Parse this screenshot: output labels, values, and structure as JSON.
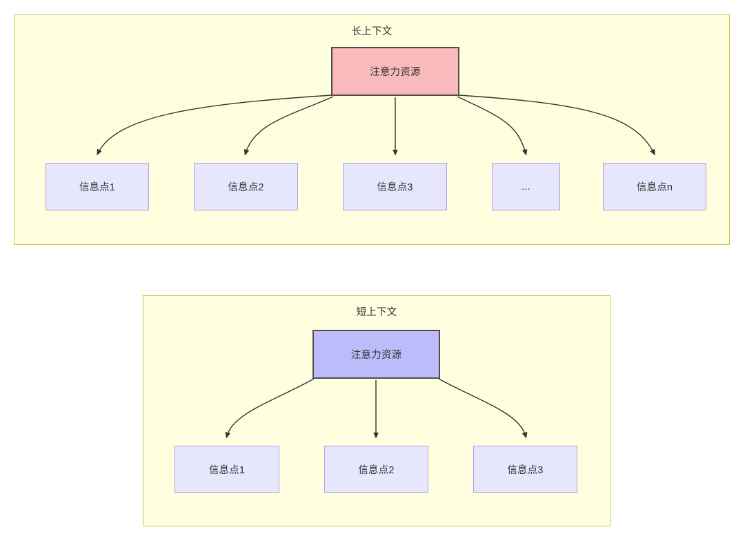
{
  "diagram": {
    "type": "flowchart",
    "background": "#ffffff",
    "colors": {
      "panel_fill": "#FFFFE0",
      "panel_border": "#C9C64B",
      "root_long_fill": "#FAB9BB",
      "root_short_fill": "#BCBCFA",
      "root_border": "#4D4D4D",
      "leaf_fill": "#E6E6FC",
      "leaf_border": "#B49BE0",
      "edge_stroke": "#333333",
      "text": "#333333"
    },
    "panels": [
      {
        "id": "long-context",
        "title": "长上下文",
        "root": {
          "label": "注意力资源"
        },
        "leaves": [
          {
            "label": "信息点1"
          },
          {
            "label": "信息点2"
          },
          {
            "label": "信息点3"
          },
          {
            "label": "..."
          },
          {
            "label": "信息点n"
          }
        ]
      },
      {
        "id": "short-context",
        "title": "短上下文",
        "root": {
          "label": "注意力资源"
        },
        "leaves": [
          {
            "label": "信息点1"
          },
          {
            "label": "信息点2"
          },
          {
            "label": "信息点3"
          }
        ]
      }
    ]
  }
}
